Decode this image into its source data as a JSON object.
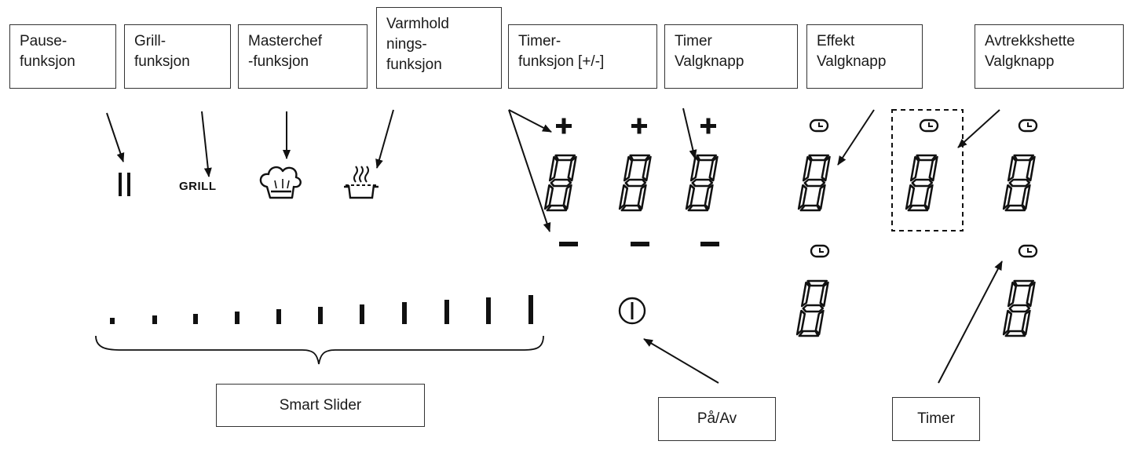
{
  "labels": {
    "pause": [
      "Pause-",
      "funksjon"
    ],
    "grill": [
      "Grill-",
      "funksjon"
    ],
    "masterchef": [
      "Masterchef",
      "-funksjon"
    ],
    "keepwarm": [
      "Varmhold",
      "nings-",
      "funksjon"
    ],
    "timer_func": [
      "Timer-",
      "funksjon [+/-]"
    ],
    "timer_select": [
      "Timer",
      "Valgknapp"
    ],
    "power_select": [
      "Effekt",
      "Valgknapp"
    ],
    "hood_select": [
      "Avtrekkshette",
      "Valgknapp"
    ],
    "slider": "Smart Slider",
    "onoff": "På/Av",
    "timer": "Timer"
  },
  "panel": {
    "grill_text": "GRILL",
    "slider_levels": 11,
    "plus_symbol": "+",
    "minus_symbol": "–",
    "digit": "8",
    "icons": [
      "pause-icon",
      "grill-icon",
      "chef-hat-icon",
      "keep-warm-pot-icon",
      "power-icon",
      "clock-icon"
    ]
  }
}
